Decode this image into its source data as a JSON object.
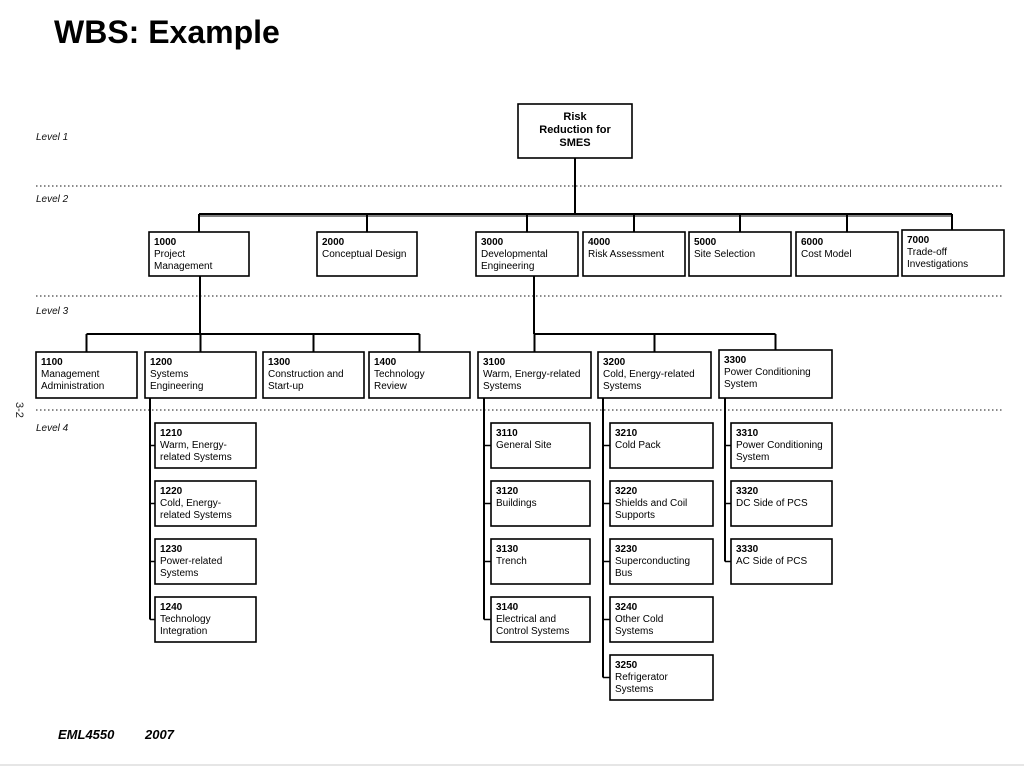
{
  "slide": {
    "title": "WBS: Example",
    "footer_course": "EML4550",
    "footer_year": "2007",
    "page_mark": "3-2"
  },
  "levels": [
    "Level 1",
    "Level 2",
    "Level 3",
    "Level 4"
  ],
  "root": {
    "lines": [
      "Risk",
      "Reduction for",
      "SMES"
    ]
  },
  "level2": [
    {
      "id": "1000",
      "lines": [
        "1000",
        "Project",
        "Management"
      ]
    },
    {
      "id": "2000",
      "lines": [
        "2000",
        "Conceptual Design"
      ]
    },
    {
      "id": "3000",
      "lines": [
        "3000",
        "Developmental",
        "Engineering"
      ]
    },
    {
      "id": "4000",
      "lines": [
        "4000",
        "Risk Assessment"
      ]
    },
    {
      "id": "5000",
      "lines": [
        "5000",
        "Site Selection"
      ]
    },
    {
      "id": "6000",
      "lines": [
        "6000",
        "Cost Model"
      ]
    },
    {
      "id": "7000",
      "lines": [
        "7000",
        "Trade-off",
        "Investigations"
      ]
    }
  ],
  "level3": [
    {
      "id": "1100",
      "parent": "1000",
      "lines": [
        "1100",
        "Management",
        "Administration"
      ]
    },
    {
      "id": "1200",
      "parent": "1000",
      "lines": [
        "1200",
        "Systems",
        "Engineering"
      ]
    },
    {
      "id": "1300",
      "parent": "1000",
      "lines": [
        "1300",
        "Construction and",
        "Start-up"
      ]
    },
    {
      "id": "1400",
      "parent": "1000",
      "lines": [
        "1400",
        "Technology",
        "Review"
      ]
    },
    {
      "id": "3100",
      "parent": "3000",
      "lines": [
        "3100",
        "Warm, Energy-related",
        "Systems"
      ]
    },
    {
      "id": "3200",
      "parent": "3000",
      "lines": [
        "3200",
        "Cold, Energy-related",
        "Systems"
      ]
    },
    {
      "id": "3300",
      "parent": "3000",
      "lines": [
        "3300",
        "Power Conditioning",
        "System"
      ]
    }
  ],
  "level4": [
    {
      "id": "1210",
      "parent": "1200",
      "lines": [
        "1210",
        "Warm, Energy-",
        "related Systems"
      ]
    },
    {
      "id": "1220",
      "parent": "1200",
      "lines": [
        "1220",
        "Cold, Energy-",
        "related Systems"
      ]
    },
    {
      "id": "1230",
      "parent": "1200",
      "lines": [
        "1230",
        "Power-related",
        "Systems"
      ]
    },
    {
      "id": "1240",
      "parent": "1200",
      "lines": [
        "1240",
        "Technology",
        "Integration"
      ]
    },
    {
      "id": "3110",
      "parent": "3100",
      "lines": [
        "3110",
        "General Site"
      ]
    },
    {
      "id": "3120",
      "parent": "3100",
      "lines": [
        "3120",
        "Buildings"
      ]
    },
    {
      "id": "3130",
      "parent": "3100",
      "lines": [
        "3130",
        "Trench"
      ]
    },
    {
      "id": "3140",
      "parent": "3100",
      "lines": [
        "3140",
        "Electrical and",
        "Control Systems"
      ]
    },
    {
      "id": "3210",
      "parent": "3200",
      "lines": [
        "3210",
        "Cold Pack"
      ]
    },
    {
      "id": "3220",
      "parent": "3200",
      "lines": [
        "3220",
        "Shields and Coil",
        "Supports"
      ]
    },
    {
      "id": "3230",
      "parent": "3200",
      "lines": [
        "3230",
        "Superconducting",
        "Bus"
      ]
    },
    {
      "id": "3240",
      "parent": "3200",
      "lines": [
        "3240",
        "Other Cold",
        "Systems"
      ]
    },
    {
      "id": "3250",
      "parent": "3200",
      "lines": [
        "3250",
        "Refrigerator",
        "Systems"
      ]
    },
    {
      "id": "3310",
      "parent": "3300",
      "lines": [
        "3310",
        "Power Conditioning",
        "System"
      ]
    },
    {
      "id": "3320",
      "parent": "3300",
      "lines": [
        "3320",
        "DC Side of PCS"
      ]
    },
    {
      "id": "3330",
      "parent": "3300",
      "lines": [
        "3330",
        "AC Side of PCS"
      ]
    }
  ]
}
